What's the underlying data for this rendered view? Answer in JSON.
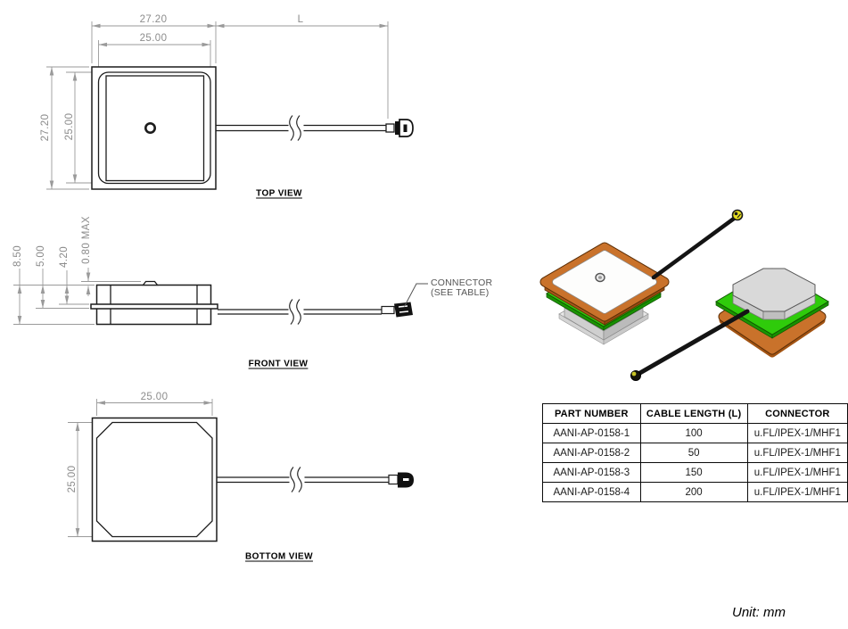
{
  "top_view": {
    "label": "TOP VIEW",
    "dim_outer_width": "27.20",
    "dim_inner_width": "25.00",
    "dim_outer_height": "27.20",
    "dim_inner_height": "25.00",
    "dim_cable_length": "L"
  },
  "front_view": {
    "label": "FRONT VIEW",
    "dim_total_height": "8.50",
    "dim_to_pcb_bottom": "5.00",
    "dim_to_pcb_top": "4.20",
    "dim_pin_height": "0.80 MAX",
    "callout_line1": "CONNECTOR",
    "callout_line2": "(SEE TABLE)"
  },
  "bottom_view": {
    "label": "BOTTOM VIEW",
    "dim_width": "25.00",
    "dim_height": "25.00"
  },
  "table": {
    "headers": [
      "PART NUMBER",
      "CABLE LENGTH (L)",
      "CONNECTOR"
    ],
    "rows": [
      [
        "AANI-AP-0158-1",
        "100",
        "u.FL/IPEX-1/MHF1"
      ],
      [
        "AANI-AP-0158-2",
        "50",
        "u.FL/IPEX-1/MHF1"
      ],
      [
        "AANI-AP-0158-3",
        "150",
        "u.FL/IPEX-1/MHF1"
      ],
      [
        "AANI-AP-0158-4",
        "200",
        "u.FL/IPEX-1/MHF1"
      ]
    ]
  },
  "footer": {
    "unit_note": "Unit: mm"
  },
  "colors": {
    "outline": "#1c1c1c",
    "dimension_gray": "#9a9a9a",
    "pcb_green": "#2fcb0b",
    "pcb_green_dark": "#1b9403",
    "frame_orange": "#c9722b",
    "frame_orange_dark": "#a35413",
    "ceramic_white": "#fdfdfc",
    "base_gray": "#d9d9d9",
    "cable_black": "#141414",
    "connector_gold": "#e6dd1f"
  }
}
